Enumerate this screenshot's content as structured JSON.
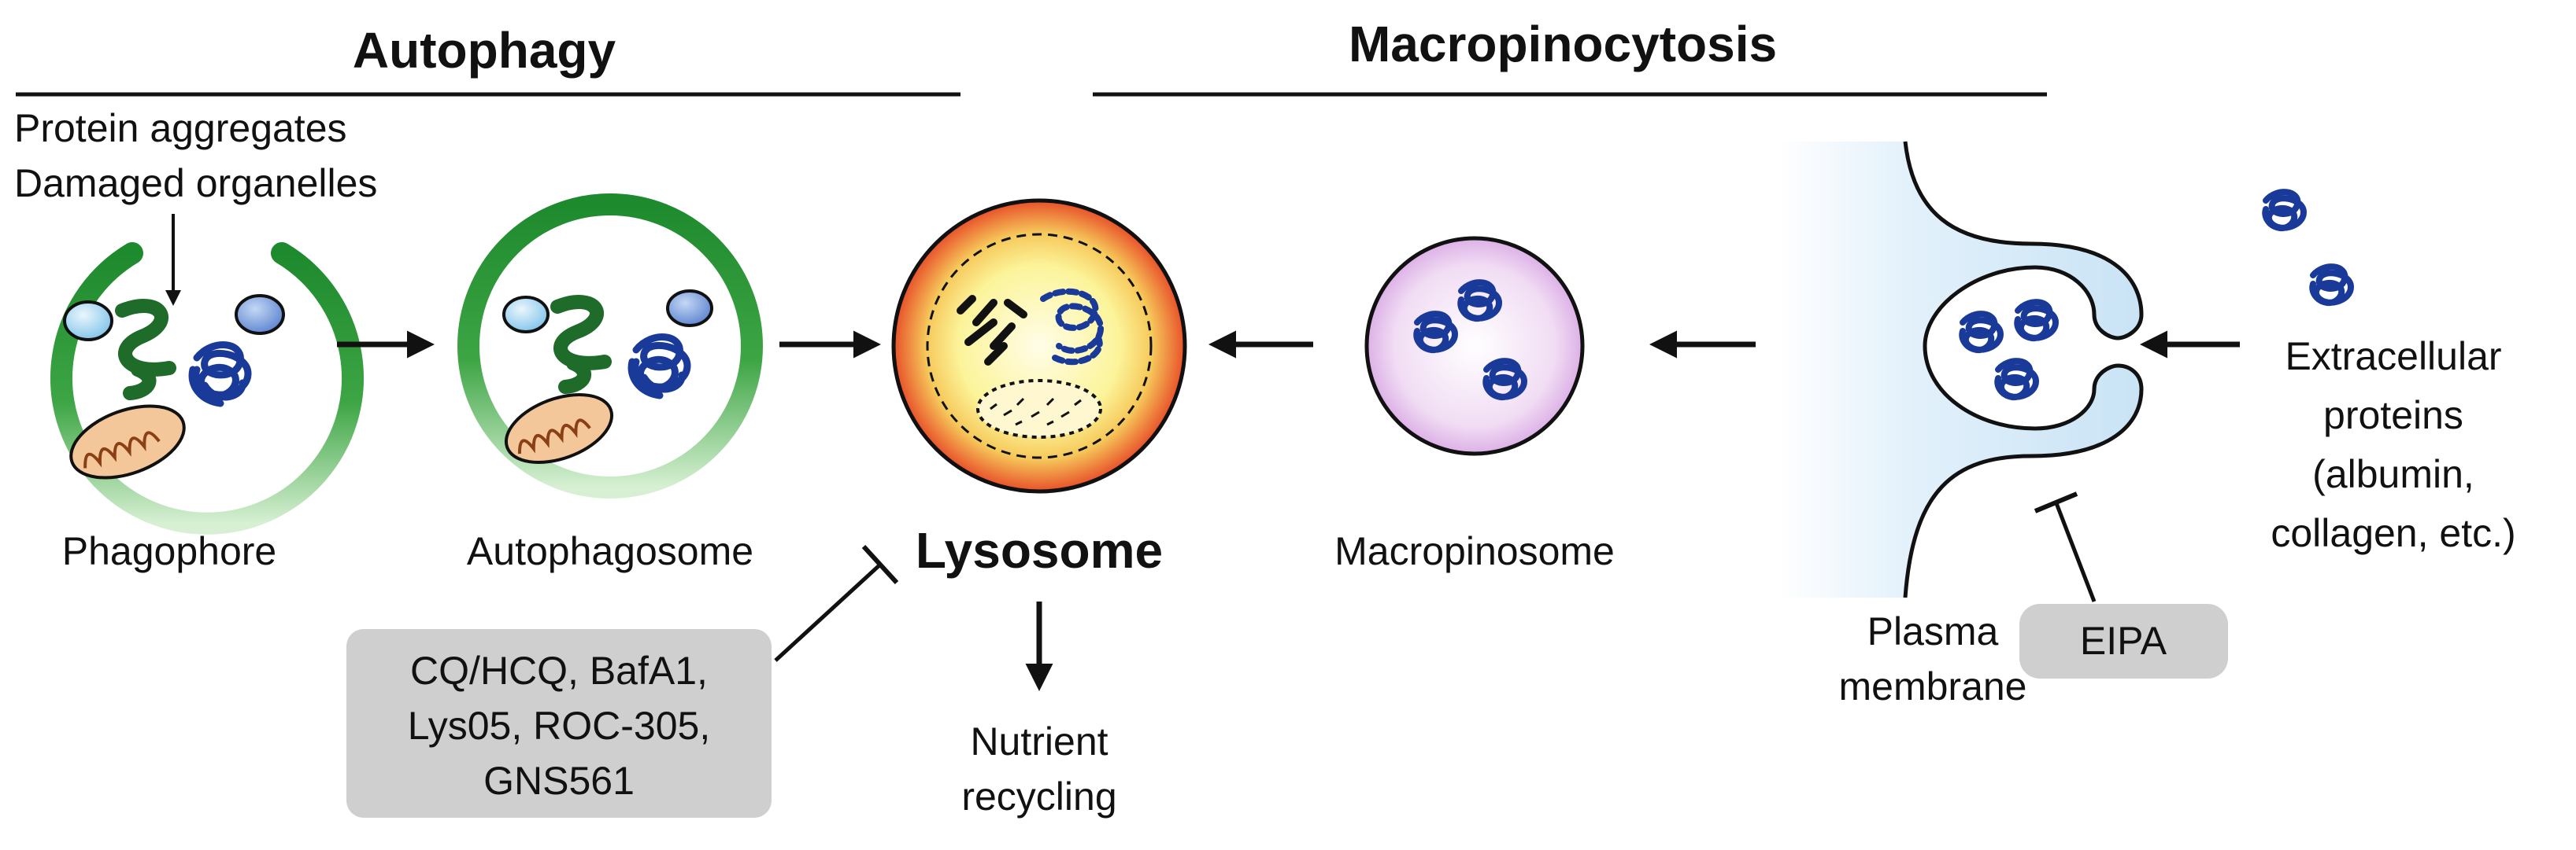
{
  "headers": {
    "autophagy": "Autophagy",
    "macropinocytosis": "Macropinocytosis"
  },
  "cargo": {
    "line1": "Protein aggregates",
    "line2": "Damaged organelles"
  },
  "labels": {
    "phagophore": "Phagophore",
    "autophagosome": "Autophagosome",
    "lysosome": "Lysosome",
    "macropinosome": "Macropinosome",
    "plasma_membrane_1": "Plasma",
    "plasma_membrane_2": "membrane",
    "extracellular_1": "Extracellular",
    "extracellular_2": "proteins",
    "extracellular_3": "(albumin,",
    "extracellular_4": "collagen, etc.)",
    "nutrient_1": "Nutrient",
    "nutrient_2": "recycling"
  },
  "inhibitors": {
    "lysosome_1": "CQ/HCQ, BafA1,",
    "lysosome_2": "Lys05, ROC-305,",
    "lysosome_3": "GNS561",
    "macropinocytosis": "EIPA"
  },
  "colors": {
    "phagophore_green": "#1e8a2e",
    "protein_blue": "#1a3a9a",
    "lysosome_orange": "#e8502a",
    "lysosome_yellow": "#fbf27a",
    "macropinosome_pink": "#e9c6ef",
    "membrane_blue": "#cfe6f6",
    "inhibitor_box_gray": "#cfcfcf"
  }
}
